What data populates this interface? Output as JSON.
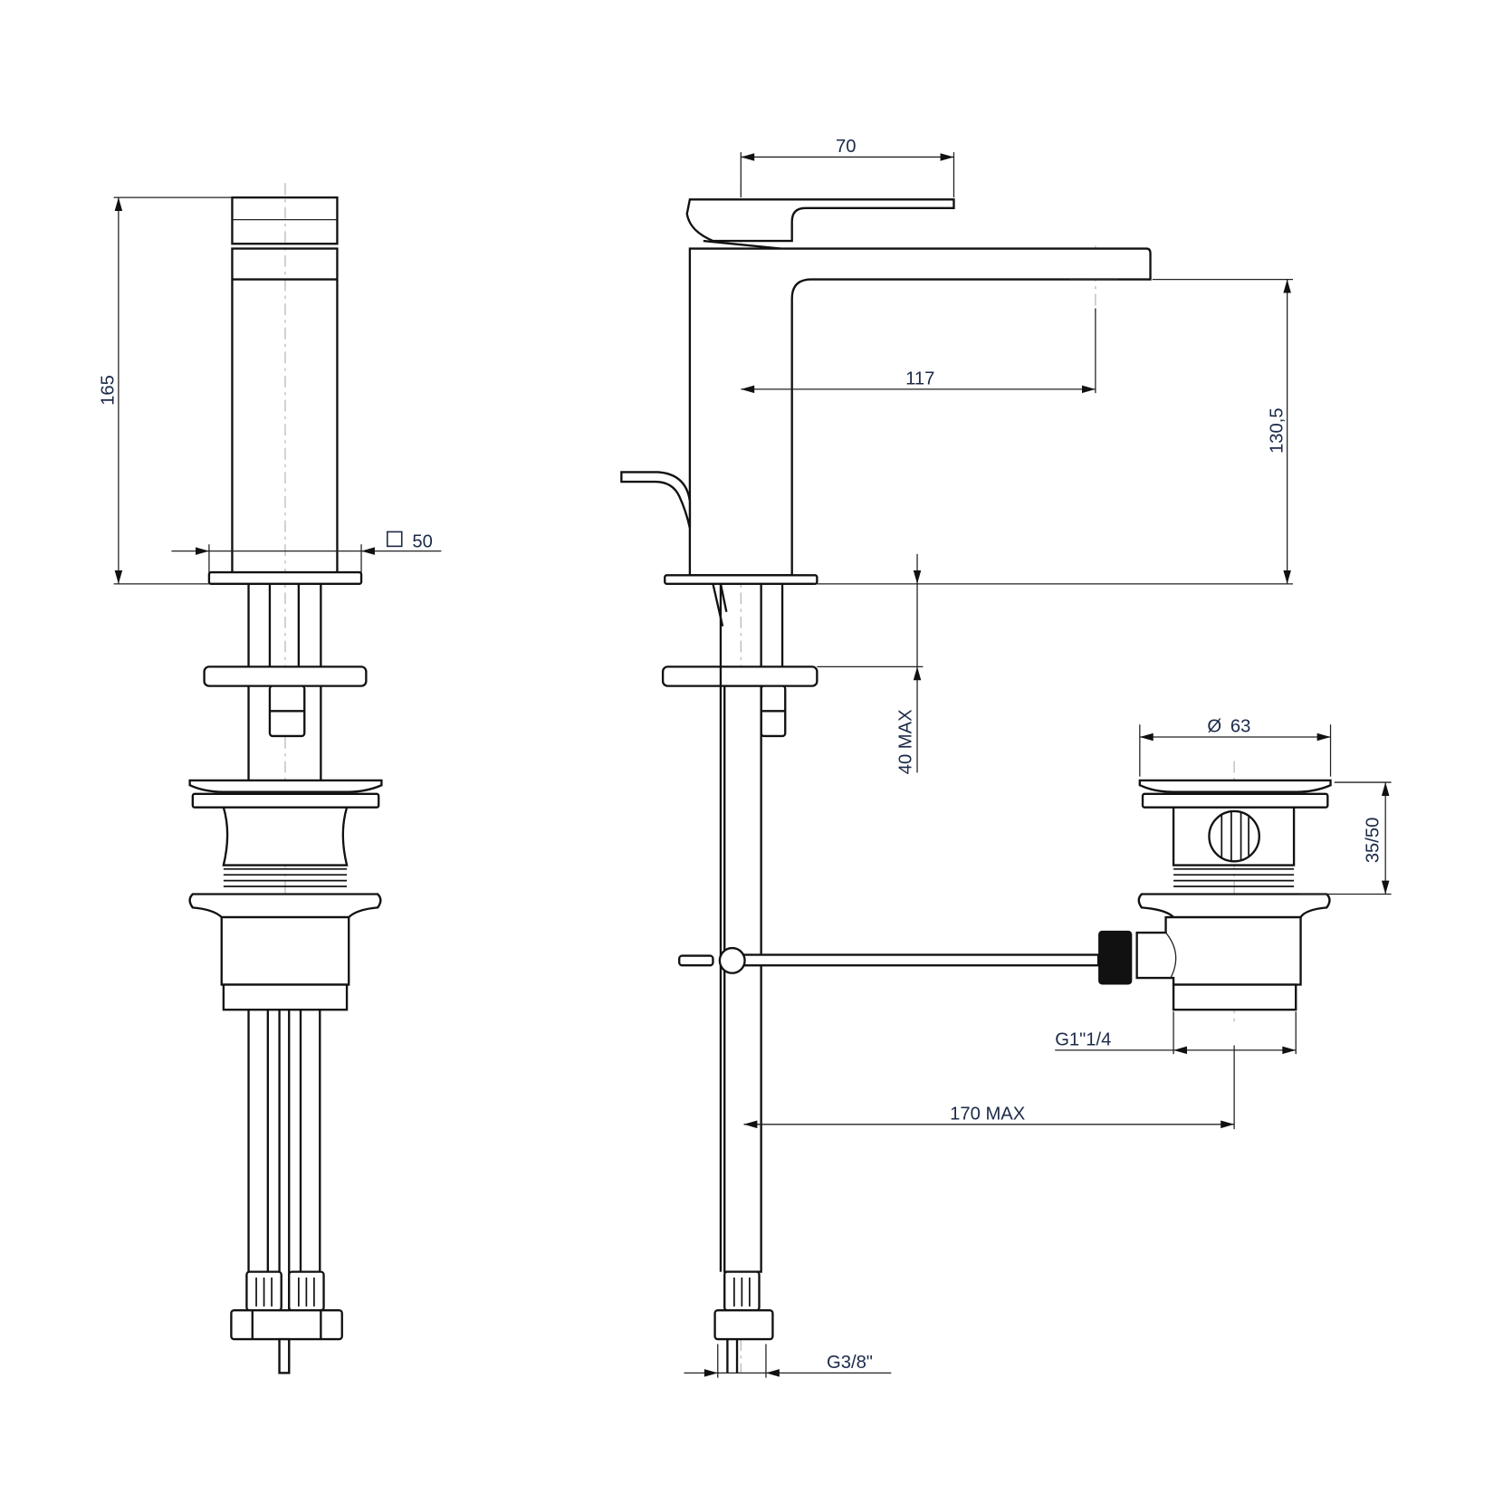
{
  "drawing": {
    "title": "Single-lever basin mixer with pop-up waste - dimensional drawing",
    "dimensions": {
      "total_height": "165",
      "body_square": "50",
      "handle_length": "70",
      "spout_reach": "117",
      "spout_height": "130,5",
      "deck_thickness": "40 MAX",
      "waste_diameter": "63",
      "waste_diameter_symbol": "Ø",
      "waste_range": "35/50",
      "waste_thread": "G1\"1/4",
      "waste_distance": "170 MAX",
      "supply_thread": "G3/8\""
    },
    "colors": {
      "line": "#111111",
      "text": "#1c2a48",
      "centerline": "#b8b8b8"
    }
  }
}
